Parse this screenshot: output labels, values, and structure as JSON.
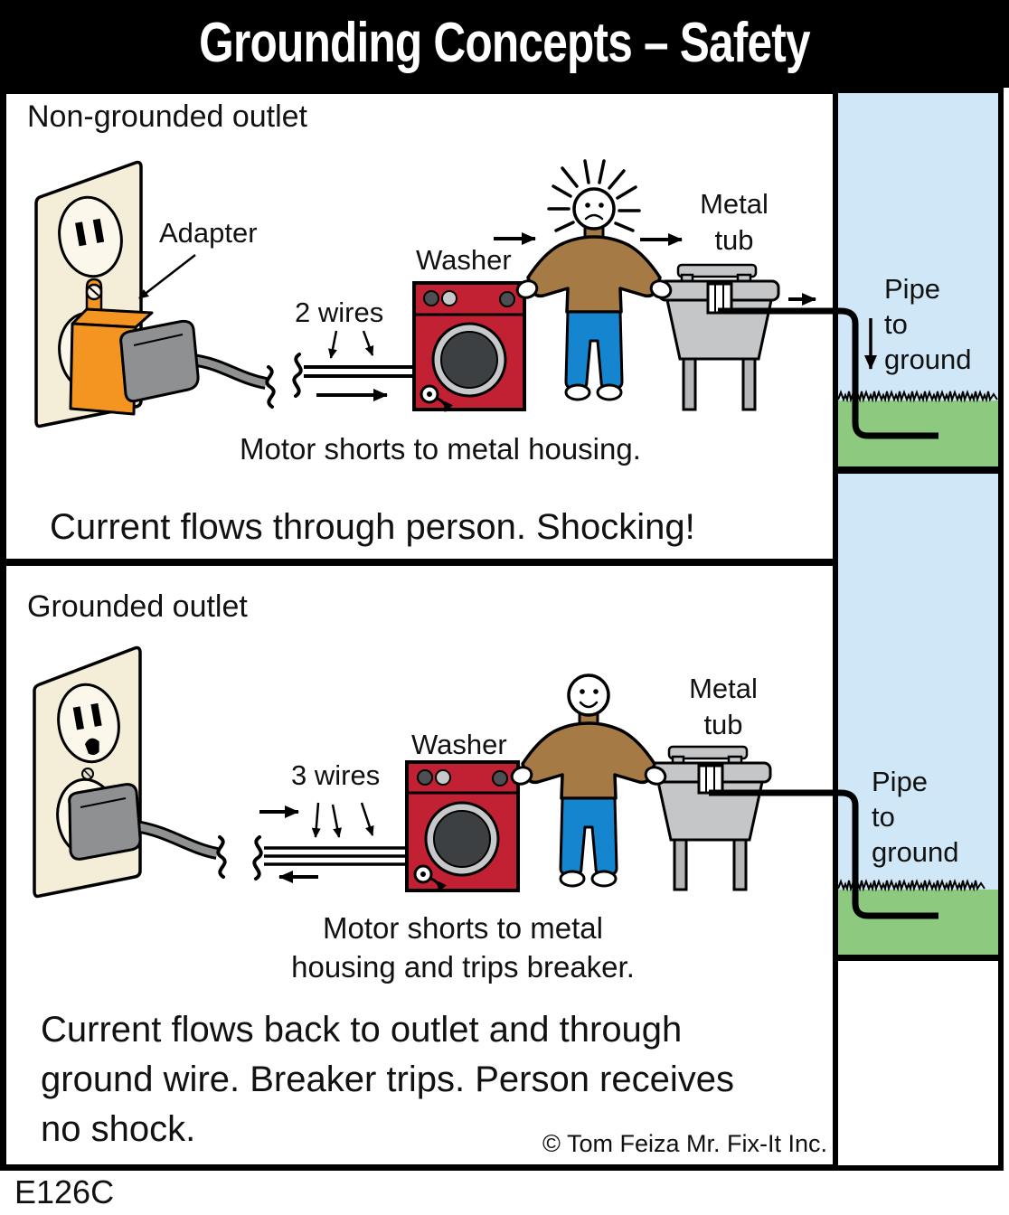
{
  "title": "Grounding Concepts – Safety",
  "figure_id": "E126C",
  "colors": {
    "sky": "#cfe7f6",
    "grass": "#8dc97e",
    "washer_red": "#c22133",
    "shirt_brown": "#a57a45",
    "jeans_blue": "#1585d0",
    "outlet_cream": "#f4eed9",
    "adapter_orange": "#f49421",
    "metal_gray": "#c4c6c8"
  },
  "top_panel": {
    "heading": "Non-grounded outlet",
    "adapter_label": "Adapter",
    "wires_label": "2 wires",
    "washer_label": "Washer",
    "tub_label": "Metal\ntub",
    "pipe_label": "Pipe\nto\nground",
    "caption_small": "Motor shorts to metal housing.",
    "caption_large": "Current flows through person. Shocking!"
  },
  "bottom_panel": {
    "heading": "Grounded outlet",
    "wires_label": "3 wires",
    "washer_label": "Washer",
    "tub_label": "Metal\ntub",
    "pipe_label": "Pipe\nto\nground",
    "caption_small": "Motor shorts to metal\nhousing and trips breaker.",
    "caption_large": "Current flows back to outlet and through\nground wire. Breaker trips. Person receives\nno shock.",
    "copyright": "© Tom Feiza Mr. Fix-It Inc."
  }
}
